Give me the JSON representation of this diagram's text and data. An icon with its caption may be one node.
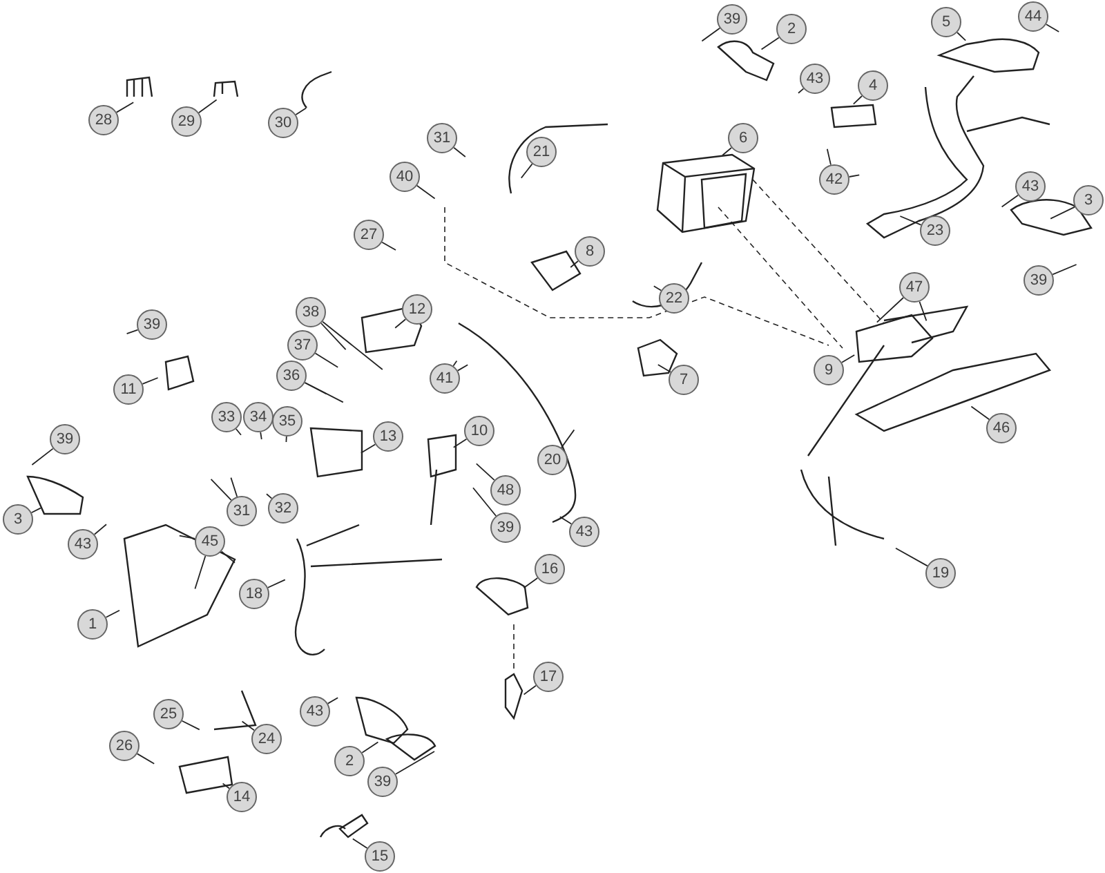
{
  "diagram": {
    "nodes": [
      {
        "text": [
          "39"
        ]
      },
      {
        "text": [
          "2"
        ]
      },
      {
        "text": [
          "5"
        ]
      },
      {
        "text": [
          "44"
        ]
      },
      {
        "text": [
          "43"
        ]
      },
      {
        "text": [
          "4"
        ]
      },
      {
        "text": [
          "28"
        ]
      },
      {
        "text": [
          "29"
        ]
      },
      {
        "text": [
          "30"
        ]
      },
      {
        "text": [
          "6"
        ]
      },
      {
        "text": [
          "31"
        ]
      },
      {
        "text": [
          "21"
        ]
      },
      {
        "text": [
          "40"
        ]
      },
      {
        "text": [
          "42"
        ]
      },
      {
        "text": [
          "43"
        ]
      },
      {
        "text": [
          "3"
        ]
      },
      {
        "text": [
          "23"
        ]
      },
      {
        "text": [
          "27"
        ]
      },
      {
        "text": [
          "8"
        ]
      },
      {
        "text": [
          "39"
        ]
      },
      {
        "text": [
          "47"
        ]
      },
      {
        "text": [
          "22"
        ]
      },
      {
        "text": [
          "38"
        ]
      },
      {
        "text": [
          "12"
        ]
      },
      {
        "text": [
          "39"
        ]
      },
      {
        "text": [
          "37"
        ]
      },
      {
        "text": [
          "9"
        ]
      },
      {
        "text": [
          "36"
        ]
      },
      {
        "text": [
          "41"
        ]
      },
      {
        "text": [
          "7"
        ]
      },
      {
        "text": [
          "11"
        ]
      },
      {
        "text": [
          "33"
        ]
      },
      {
        "text": [
          "34"
        ]
      },
      {
        "text": [
          "35"
        ]
      },
      {
        "text": [
          "46"
        ]
      },
      {
        "text": [
          "10"
        ]
      },
      {
        "text": [
          "13"
        ]
      },
      {
        "text": [
          "39"
        ]
      },
      {
        "text": [
          "20"
        ]
      },
      {
        "text": [
          "48"
        ]
      },
      {
        "text": [
          "31"
        ]
      },
      {
        "text": [
          "32"
        ]
      },
      {
        "text": [
          "3"
        ]
      },
      {
        "text": [
          "39"
        ]
      },
      {
        "text": [
          "43"
        ]
      },
      {
        "text": [
          "45"
        ]
      },
      {
        "text": [
          "43"
        ]
      },
      {
        "text": [
          "19"
        ]
      },
      {
        "text": [
          "16"
        ]
      },
      {
        "text": [
          "18"
        ]
      },
      {
        "text": [
          "1"
        ]
      },
      {
        "text": [
          "17"
        ]
      },
      {
        "text": [
          "43"
        ]
      },
      {
        "text": [
          "25"
        ]
      },
      {
        "text": [
          "24"
        ]
      },
      {
        "text": [
          "26"
        ]
      },
      {
        "text": [
          "2"
        ]
      },
      {
        "text": [
          "39"
        ]
      },
      {
        "text": [
          "14"
        ]
      },
      {
        "text": [
          "15"
        ]
      }
    ],
    "edges": [
      {
        "from": 0,
        "to": null,
        "arrow": "none"
      },
      {
        "from": 1,
        "to": null,
        "arrow": "none"
      },
      {
        "from": 2,
        "to": null,
        "arrow": "none"
      },
      {
        "from": 3,
        "to": null,
        "arrow": "none"
      },
      {
        "from": 4,
        "to": null,
        "arrow": "none"
      },
      {
        "from": 5,
        "to": null,
        "arrow": "none"
      },
      {
        "from": 6,
        "to": null,
        "arrow": "none"
      },
      {
        "from": 7,
        "to": null,
        "arrow": "none"
      },
      {
        "from": 8,
        "to": null,
        "arrow": "none"
      },
      {
        "from": 9,
        "to": null,
        "arrow": "none"
      },
      {
        "from": 10,
        "to": null,
        "arrow": "none"
      },
      {
        "from": 11,
        "to": null,
        "arrow": "none"
      },
      {
        "from": 12,
        "to": null,
        "arrow": "none"
      },
      {
        "from": 13,
        "to": null,
        "arrow": "none"
      },
      {
        "from": 13,
        "to": null,
        "arrow": "none"
      },
      {
        "from": 14,
        "to": null,
        "arrow": "none"
      },
      {
        "from": 15,
        "to": null,
        "arrow": "none"
      },
      {
        "from": 16,
        "to": null,
        "arrow": "none"
      },
      {
        "from": 17,
        "to": null,
        "arrow": "none"
      },
      {
        "from": 18,
        "to": null,
        "arrow": "none"
      },
      {
        "from": 19,
        "to": null,
        "arrow": "none"
      },
      {
        "from": 20,
        "to": null,
        "arrow": "none"
      },
      {
        "from": 20,
        "to": null,
        "arrow": "none"
      },
      {
        "from": 21,
        "to": null,
        "arrow": "none"
      },
      {
        "from": 22,
        "to": null,
        "arrow": "none"
      },
      {
        "from": 22,
        "to": null,
        "arrow": "none"
      },
      {
        "from": 23,
        "to": null,
        "arrow": "none"
      },
      {
        "from": 24,
        "to": null,
        "arrow": "none"
      },
      {
        "from": 25,
        "to": null,
        "arrow": "none"
      },
      {
        "from": 26,
        "to": null,
        "arrow": "none"
      },
      {
        "from": 27,
        "to": null,
        "arrow": "none"
      },
      {
        "from": 27,
        "to": null,
        "arrow": "none"
      },
      {
        "from": 28,
        "to": null,
        "arrow": "none"
      },
      {
        "from": 28,
        "to": null,
        "arrow": "none"
      },
      {
        "from": 29,
        "to": null,
        "arrow": "none"
      },
      {
        "from": 30,
        "to": null,
        "arrow": "none"
      },
      {
        "from": 31,
        "to": null,
        "arrow": "none"
      },
      {
        "from": 32,
        "to": null,
        "arrow": "none"
      },
      {
        "from": 33,
        "to": null,
        "arrow": "none"
      },
      {
        "from": 34,
        "to": null,
        "arrow": "none"
      },
      {
        "from": 35,
        "to": null,
        "arrow": "none"
      },
      {
        "from": 36,
        "to": null,
        "arrow": "none"
      },
      {
        "from": 37,
        "to": null,
        "arrow": "none"
      },
      {
        "from": 38,
        "to": null,
        "arrow": "none"
      },
      {
        "from": 39,
        "to": null,
        "arrow": "none"
      },
      {
        "from": 40,
        "to": null,
        "arrow": "none"
      },
      {
        "from": 40,
        "to": null,
        "arrow": "none"
      },
      {
        "from": 41,
        "to": null,
        "arrow": "none"
      },
      {
        "from": 42,
        "to": null,
        "arrow": "none"
      },
      {
        "from": 43,
        "to": null,
        "arrow": "none"
      },
      {
        "from": 44,
        "to": null,
        "arrow": "none"
      },
      {
        "from": 45,
        "to": null,
        "arrow": "none"
      },
      {
        "from": 45,
        "to": null,
        "arrow": "none"
      },
      {
        "from": 45,
        "to": null,
        "arrow": "none"
      },
      {
        "from": 46,
        "to": null,
        "arrow": "none"
      },
      {
        "from": 47,
        "to": null,
        "arrow": "none"
      },
      {
        "from": 48,
        "to": null,
        "arrow": "none"
      },
      {
        "from": 49,
        "to": null,
        "arrow": "none"
      },
      {
        "from": 50,
        "to": null,
        "arrow": "none"
      },
      {
        "from": 51,
        "to": null,
        "arrow": "none"
      },
      {
        "from": 52,
        "to": null,
        "arrow": "none"
      },
      {
        "from": 53,
        "to": null,
        "arrow": "none"
      },
      {
        "from": 54,
        "to": null,
        "arrow": "none"
      },
      {
        "from": 55,
        "to": null,
        "arrow": "none"
      },
      {
        "from": 56,
        "to": null,
        "arrow": "none"
      },
      {
        "from": 57,
        "to": null,
        "arrow": "none"
      },
      {
        "from": 58,
        "to": null,
        "arrow": "none"
      },
      {
        "from": 59,
        "to": null,
        "arrow": "none"
      }
    ]
  }
}
